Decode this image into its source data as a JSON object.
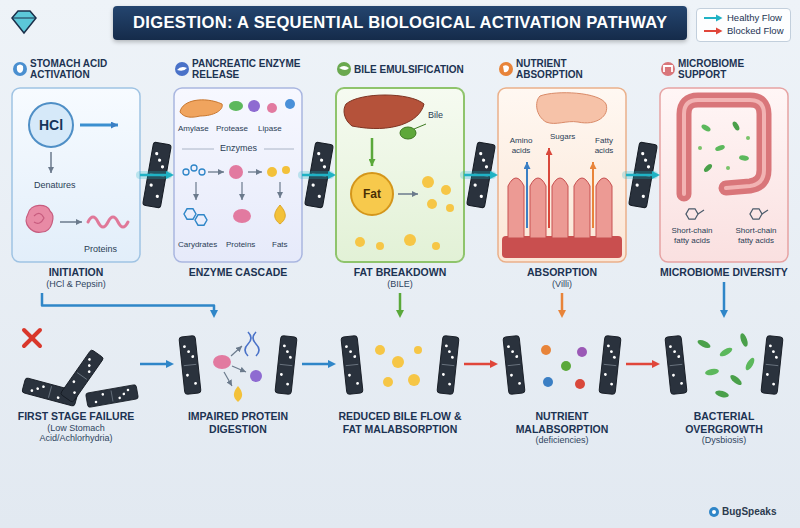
{
  "diagram": {
    "title": "DIGESTION: A SEQUENTIAL BIOLOGICAL ACTIVATION PATHWAY",
    "nodes": [
      {
        "text": [
          "STOMACH ACID ACTIVATION",
          "INITIATION",
          "(HCl & Pepsin)"
        ]
      },
      {
        "text": [
          "HCl"
        ],
        "in": 0
      },
      {
        "text": [
          "PANCREATIC ENZYME RELEASE",
          "ENZYME CASCADE"
        ]
      },
      {
        "text": [
          "BILE EMULSIFICATION",
          "FAT BREAKDOWN",
          "(BILE)"
        ]
      },
      {
        "text": [
          "Fat"
        ],
        "in": 3
      },
      {
        "text": [
          "NUTRIENT ABSORPTION",
          "ABSORPTION",
          "(Villi)"
        ]
      },
      {
        "text": [
          "MICROBIOME SUPPORT",
          "MICROBIOME DIVERSITY"
        ]
      },
      {
        "text": [
          "FIRST STAGE FAILURE",
          "(Low Stomach Acid/Achlorhydria)"
        ]
      },
      {
        "text": [
          "IMPAIRED PROTEIN DIGESTION"
        ]
      },
      {
        "text": [
          "REDUCED BILE FLOW & FAT MALABSORPTION"
        ]
      },
      {
        "text": [
          "NUTRIENT MALABSORPTION",
          "(deficiencies)"
        ]
      },
      {
        "text": [
          "BACTERIAL OVERGROWTH",
          "(Dysbiosis)"
        ]
      }
    ],
    "edges": [
      {
        "from": 0,
        "to": 2,
        "arrow": "to"
      },
      {
        "from": 2,
        "to": 3,
        "arrow": "to"
      },
      {
        "from": 3,
        "to": 5,
        "arrow": "to"
      },
      {
        "from": 5,
        "to": 6,
        "arrow": "to"
      },
      {
        "from": 0,
        "to": 8,
        "arrow": "to"
      },
      {
        "from": 3,
        "to": 9,
        "arrow": "to"
      },
      {
        "from": 5,
        "to": 10,
        "arrow": "to"
      },
      {
        "from": 6,
        "to": 11,
        "arrow": "to"
      },
      {
        "from": 7,
        "to": 8,
        "arrow": "to"
      },
      {
        "from": 8,
        "to": 9,
        "arrow": "to"
      },
      {
        "from": 9,
        "to": 10,
        "arrow": "to"
      },
      {
        "from": 10,
        "to": 11,
        "arrow": "to"
      }
    ],
    "labels": [
      "Denatures",
      "Proteins",
      "Amylase",
      "Protease",
      "Lipase",
      "Enzymes",
      "Carydrates",
      "Proteins",
      "Fats",
      "Bile",
      "Amino acids",
      "Sugars",
      "Fatty acids",
      "Short-chain fatty acids",
      "Short-chain fatty acids",
      "BugSpeaks"
    ],
    "legend": [
      {
        "text": "Healthy Flow"
      },
      {
        "text": "Blocked Flow"
      }
    ]
  }
}
